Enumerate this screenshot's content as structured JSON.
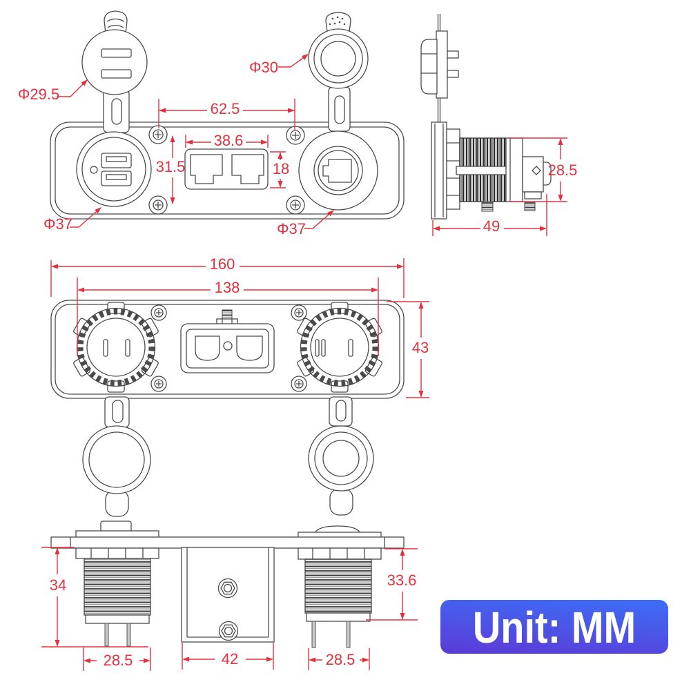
{
  "colors": {
    "dimension": "#e5303e",
    "line_art": "#4a4a4a",
    "background": "#ffffff"
  },
  "unit_badge": {
    "label": "Unit: MM",
    "gradient_top": "#3c6ff7",
    "gradient_bottom": "#5c3ad6",
    "text_color": "#ffffff"
  },
  "dims": {
    "cap_usb_diameter": "Φ29.5",
    "cap_socket_diameter": "Φ30",
    "screw_spacing": "62.5",
    "connector_width": "38.6",
    "screw_vertical_spacing": "31.5",
    "connector_height": "18",
    "usb_socket_diameter": "Φ37",
    "power_socket_diameter": "Φ37",
    "side_body_height": "28.5",
    "side_length": "49",
    "plate_width": "160",
    "mount_width": "138",
    "plate_height": "43",
    "left_barrel_depth": "34",
    "right_barrel_depth": "33.6",
    "left_barrel_width": "28.5",
    "center_box_width": "42",
    "right_barrel_width": "28.5"
  }
}
